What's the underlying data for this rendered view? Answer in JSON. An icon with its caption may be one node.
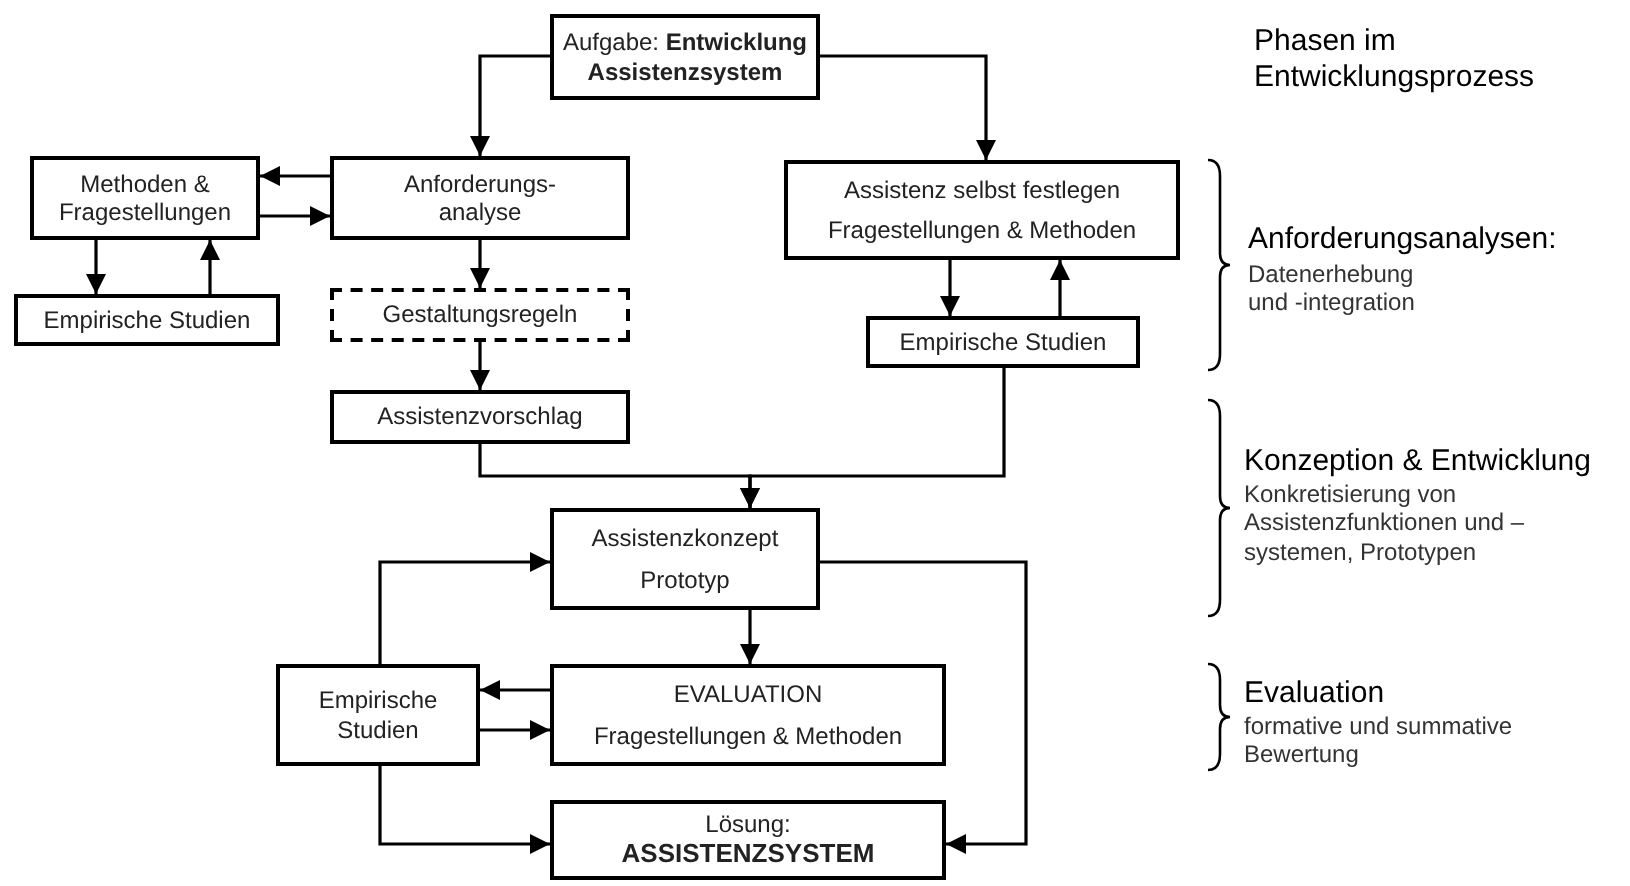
{
  "diagram": {
    "nodes": [
      {
        "text": [
          "Aufgabe: **Entwicklung Assistenzsystem**"
        ]
      },
      {
        "text": [
          "Methoden & Fragestellungen"
        ]
      },
      {
        "text": [
          "Anforderungs- analyse"
        ]
      },
      {
        "text": [
          "Empirische Studien"
        ]
      },
      {
        "text": [
          "Gestaltungsregeln"
        ]
      },
      {
        "text": [
          "Assistenzvorschlag"
        ]
      },
      {
        "text": [
          "Assistenz selbst festlegen",
          "Fragestellungen & Methoden"
        ]
      },
      {
        "text": [
          "Empirische Studien"
        ]
      },
      {
        "text": [
          "Assistenzkonzept",
          "Prototyp"
        ]
      },
      {
        "text": [
          "Empirische Studien"
        ]
      },
      {
        "text": [
          "EVALUATION",
          "Fragestellungen & Methoden"
        ]
      },
      {
        "text": [
          "Lösung:",
          "ASSISTENZSYSTEM"
        ]
      }
    ],
    "edges": [
      {
        "from": 0,
        "to": 2,
        "arrow": "to"
      },
      {
        "from": 0,
        "to": 6,
        "arrow": "to"
      },
      {
        "from": 2,
        "to": 1,
        "arrow": "to"
      },
      {
        "from": 1,
        "to": 2,
        "arrow": "to"
      },
      {
        "from": 1,
        "to": 3,
        "arrow": "to"
      },
      {
        "from": 3,
        "to": 1,
        "arrow": "to"
      },
      {
        "from": 2,
        "to": 4,
        "arrow": "to"
      },
      {
        "from": 4,
        "to": 5,
        "arrow": "to"
      },
      {
        "from": 6,
        "to": 7,
        "arrow": "to"
      },
      {
        "from": 7,
        "to": 6,
        "arrow": "to"
      },
      {
        "from": 5,
        "to": 8,
        "arrow": "to"
      },
      {
        "from": 7,
        "to": 8,
        "arrow": "to"
      },
      {
        "from": 8,
        "to": 10,
        "arrow": "to"
      },
      {
        "from": 10,
        "to": 9,
        "arrow": "to"
      },
      {
        "from": 9,
        "to": 10,
        "arrow": "to"
      },
      {
        "from": 9,
        "to": 8,
        "arrow": "to"
      },
      {
        "from": 9,
        "to": 11,
        "arrow": "to"
      },
      {
        "from": 8,
        "to": 11,
        "arrow": "to"
      }
    ],
    "labels": [
      "Phasen im Entwicklungsprozess",
      "Anforderungsanalysen:",
      "Datenerhebung und -integration",
      "Konzeption & Entwicklung",
      "Konkretisierung von Assistenzfunktionen und –systemen, Prototypen",
      "Evaluation",
      "formative und summative Bewertung"
    ]
  }
}
